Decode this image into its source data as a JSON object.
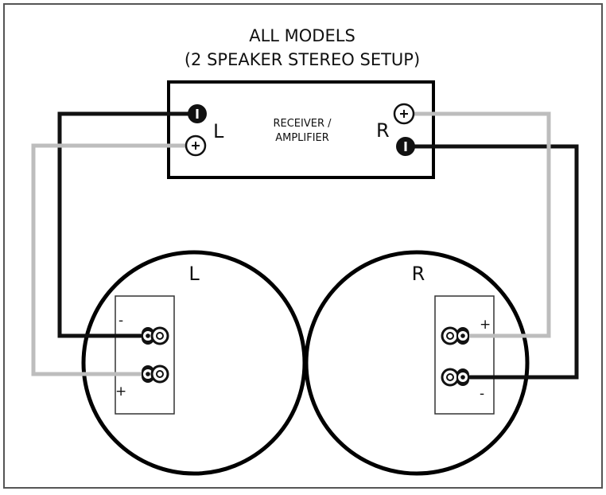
{
  "title": {
    "line1": "ALL MODELS",
    "line2": "(2 SPEAKER STEREO SETUP)"
  },
  "receiver": {
    "label_line1": "RECEIVER /",
    "label_line2": "AMPLIFIER",
    "left_channel": "L",
    "right_channel": "R"
  },
  "speakers": {
    "left": {
      "label": "L",
      "neg_sign": "-",
      "pos_sign": "+"
    },
    "right": {
      "label": "R",
      "pos_sign": "+",
      "neg_sign": "-"
    }
  },
  "colors": {
    "negative_wire": "#111111",
    "positive_wire": "#bdbdbd",
    "outline": "#000000",
    "border": "#555555"
  }
}
